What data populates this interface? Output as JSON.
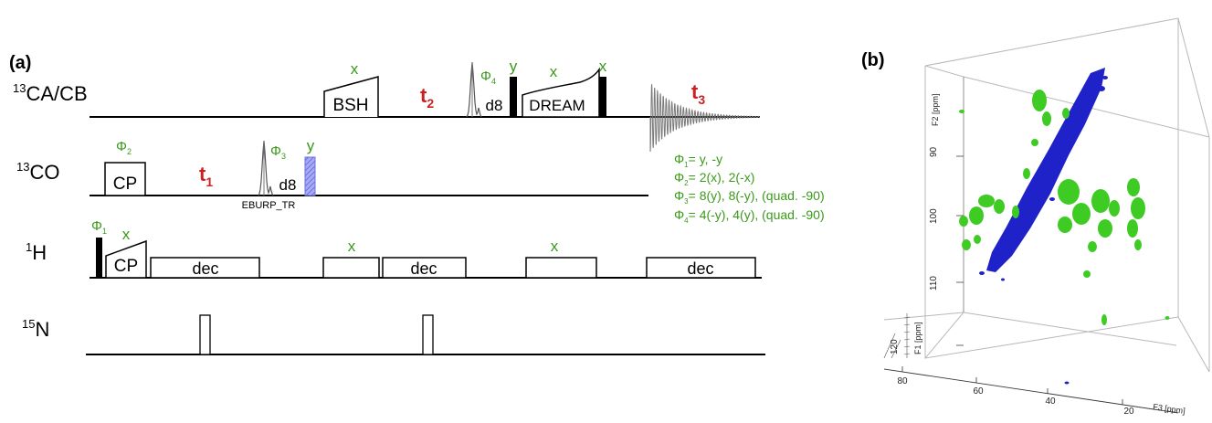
{
  "panel_a": {
    "label": "(a)",
    "channels": {
      "ca_cb": {
        "mass": "13",
        "name": "CA/CB"
      },
      "co": {
        "mass": "13",
        "name": "CO"
      },
      "h": {
        "mass": "1",
        "name": "H"
      },
      "n": {
        "mass": "15",
        "name": "N"
      }
    },
    "blocks": {
      "bsh": "BSH",
      "dream": "DREAM",
      "cp": "CP",
      "dec": "dec",
      "d8": "d8",
      "eburp": "EBURP_TR"
    },
    "phase_labels": {
      "x": "x",
      "y": "y",
      "phi": "Φ",
      "sub1": "1",
      "sub2": "2",
      "sub3": "3",
      "sub4": "4"
    },
    "delays": {
      "t": "t",
      "t1": "1",
      "t2": "2",
      "t3": "3"
    },
    "phase_cycle": [
      {
        "sub": "1",
        "text": "=  y, -y"
      },
      {
        "sub": "2",
        "text": "=  2(x), 2(-x)"
      },
      {
        "sub": "3",
        "text": "=  8(y), 8(-y), (quad. -90)"
      },
      {
        "sub": "4",
        "text": "=  4(-y), 4(y), (quad. -90)"
      }
    ]
  },
  "panel_b": {
    "label": "(b)",
    "f2_label": "F2 [ppm]",
    "f1_label": "F1 [ppm]",
    "f3_label": "F3 [ppm]",
    "f2_ticks": [
      "90",
      "100",
      "110",
      "120"
    ],
    "f3_ticks": [
      "80",
      "60",
      "40",
      "20"
    ]
  },
  "colors": {
    "phase_green": "#3a9a1a",
    "delay_red": "#cc1f1f",
    "blue_peak": "#1f22c8",
    "green_peak": "#3ecc24",
    "eburp_fill": "#8f93ee"
  }
}
